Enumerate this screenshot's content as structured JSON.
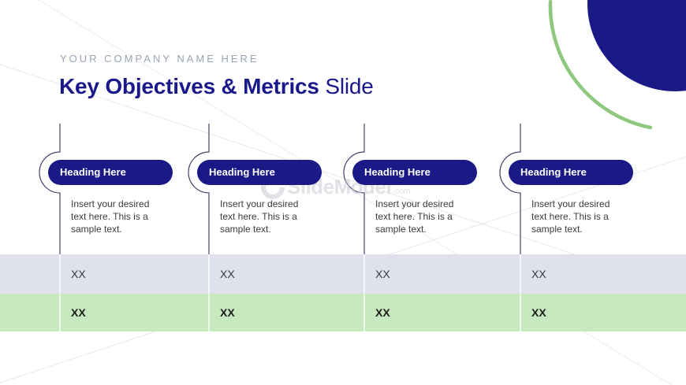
{
  "header": {
    "company_name": "YOUR COMPANY NAME HERE",
    "title_primary": "Key Objectives & Metrics",
    "title_secondary": "Slide"
  },
  "columns": [
    {
      "heading": "Heading Here",
      "body": "Insert your desired text here. This is a sample text.",
      "metric_primary": "XX",
      "metric_highlight": "XX"
    },
    {
      "heading": "Heading Here",
      "body": "Insert your desired text here. This is a sample text.",
      "metric_primary": "XX",
      "metric_highlight": "XX"
    },
    {
      "heading": "Heading Here",
      "body": "Insert your desired text here. This is a sample text.",
      "metric_primary": "XX",
      "metric_highlight": "XX"
    },
    {
      "heading": "Heading Here",
      "body": "Insert your desired text here. This is a sample text.",
      "metric_primary": "XX",
      "metric_highlight": "XX"
    }
  ],
  "watermark": {
    "text": "SlideModel",
    "suffix": ".com"
  },
  "colors": {
    "navy": "#1a1a87",
    "title_navy": "#19198c",
    "accent_green": "#8dc87d",
    "row_gray_bg": "#dfe2ec",
    "row_green_bg": "#c7e9c0",
    "company_gray": "#9aa4b4"
  }
}
